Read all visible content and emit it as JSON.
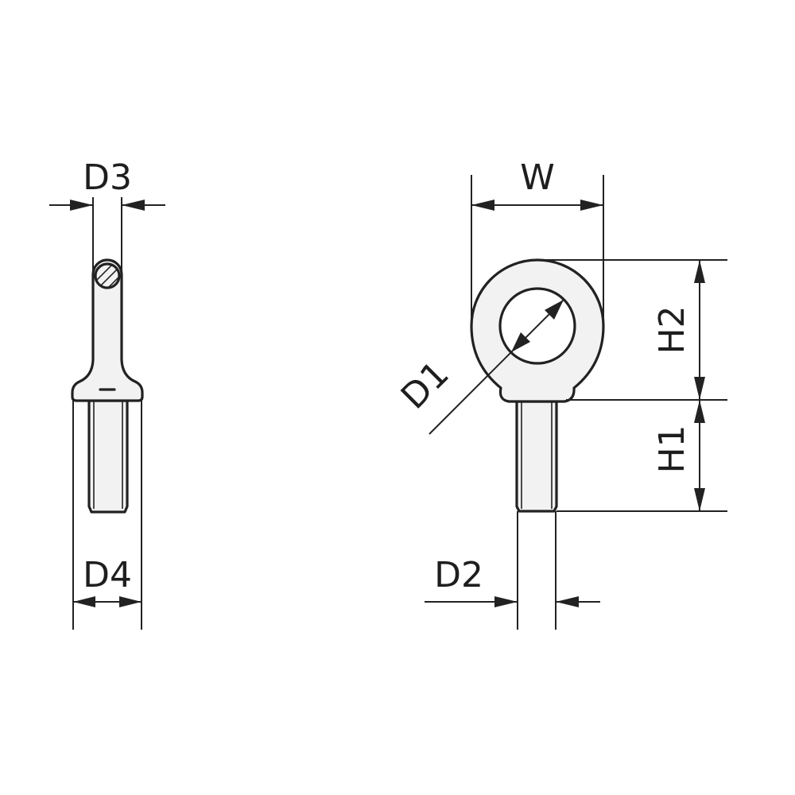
{
  "diagram": {
    "side_view": {
      "labels": {
        "d3": "D3",
        "d4": "D4"
      }
    },
    "front_view": {
      "labels": {
        "w": "W",
        "d1": "D1",
        "d2": "D2",
        "h1": "H1",
        "h2": "H2"
      }
    }
  }
}
